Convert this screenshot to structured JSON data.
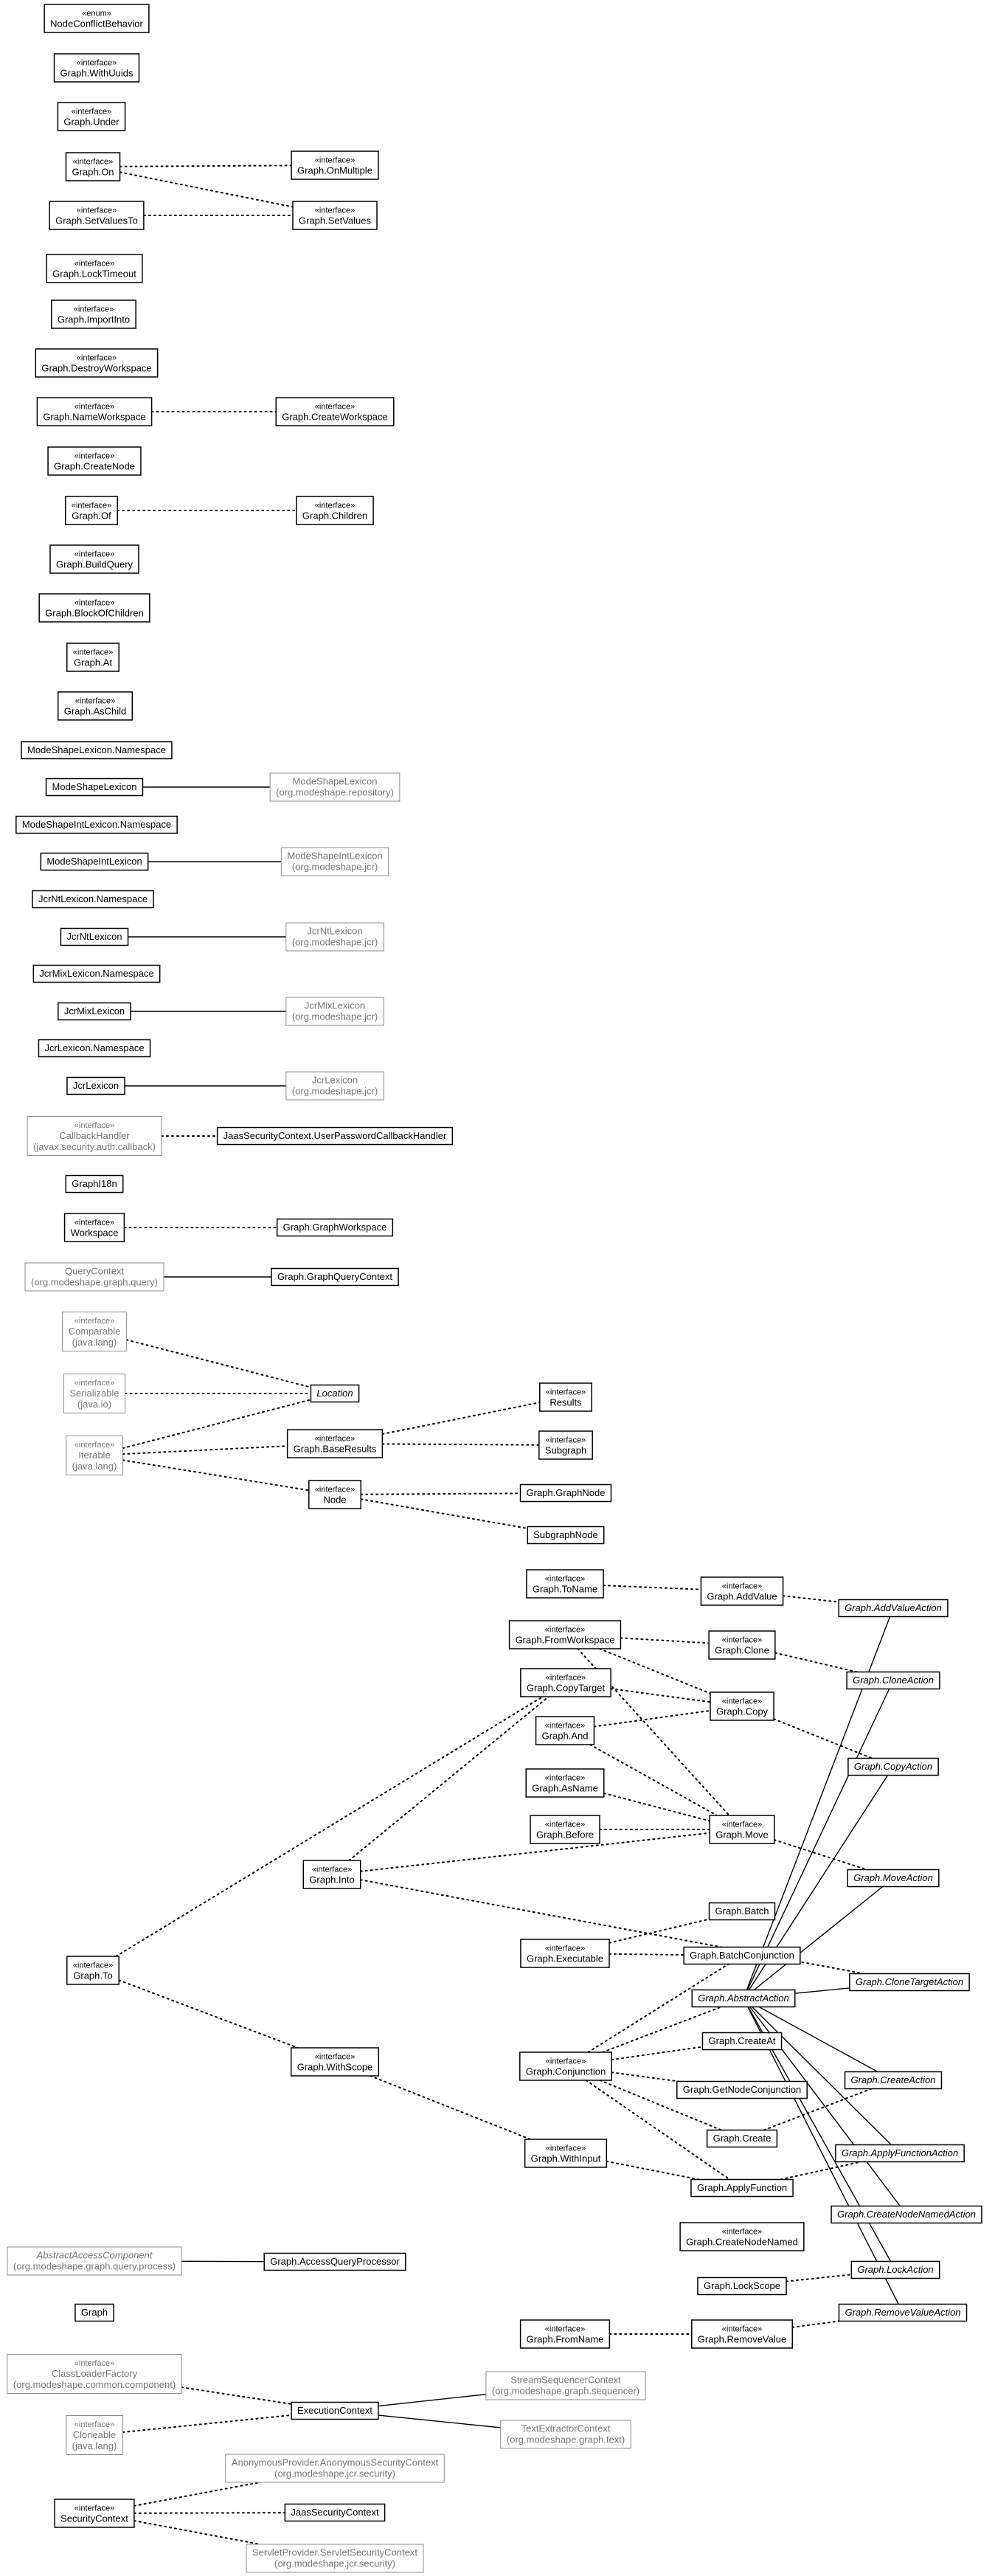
{
  "nodes": [
    {
      "id": "n1",
      "st": "«enum»",
      "name": "NodeConflictBehavior"
    },
    {
      "id": "n2",
      "st": "«interface»",
      "name": "Graph.WithUuids"
    },
    {
      "id": "n3",
      "st": "«interface»",
      "name": "Graph.Under"
    },
    {
      "id": "n4",
      "st": "«interface»",
      "name": "Graph.On"
    },
    {
      "id": "n5",
      "st": "«interface»",
      "name": "Graph.OnMultiple"
    },
    {
      "id": "n6",
      "st": "«interface»",
      "name": "Graph.SetValuesTo"
    },
    {
      "id": "n7",
      "st": "«interface»",
      "name": "Graph.SetValues"
    },
    {
      "id": "n8",
      "st": "«interface»",
      "name": "Graph.LockTimeout"
    },
    {
      "id": "n9",
      "st": "«interface»",
      "name": "Graph.ImportInto"
    },
    {
      "id": "n10",
      "st": "«interface»",
      "name": "Graph.DestroyWorkspace"
    },
    {
      "id": "n11",
      "st": "«interface»",
      "name": "Graph.NameWorkspace"
    },
    {
      "id": "n12",
      "st": "«interface»",
      "name": "Graph.CreateWorkspace"
    },
    {
      "id": "n13",
      "st": "«interface»",
      "name": "Graph.CreateNode"
    },
    {
      "id": "n14",
      "st": "«interface»",
      "name": "Graph.Of"
    },
    {
      "id": "n15",
      "st": "«interface»",
      "name": "Graph.Children"
    },
    {
      "id": "n16",
      "st": "«interface»",
      "name": "Graph.BuildQuery"
    },
    {
      "id": "n17",
      "st": "«interface»",
      "name": "Graph.BlockOfChildren"
    },
    {
      "id": "n18",
      "st": "«interface»",
      "name": "Graph.At"
    },
    {
      "id": "n19",
      "st": "«interface»",
      "name": "Graph.AsChild"
    },
    {
      "id": "n20",
      "name": "ModeShapeLexicon.Namespace"
    },
    {
      "id": "n21",
      "name": "ModeShapeLexicon"
    },
    {
      "id": "n22",
      "name": "ModeShapeLexicon",
      "pkg": "(org.modeshape.repository)",
      "ext": true
    },
    {
      "id": "n23",
      "name": "ModeShapeIntLexicon.Namespace"
    },
    {
      "id": "n24",
      "name": "ModeShapeIntLexicon"
    },
    {
      "id": "n25",
      "name": "ModeShapeIntLexicon",
      "pkg": "(org.modeshape.jcr)",
      "ext": true
    },
    {
      "id": "n26",
      "name": "JcrNtLexicon.Namespace"
    },
    {
      "id": "n27",
      "name": "JcrNtLexicon"
    },
    {
      "id": "n28",
      "name": "JcrNtLexicon",
      "pkg": "(org.modeshape.jcr)",
      "ext": true
    },
    {
      "id": "n29",
      "name": "JcrMixLexicon.Namespace"
    },
    {
      "id": "n30",
      "name": "JcrMixLexicon"
    },
    {
      "id": "n31",
      "name": "JcrMixLexicon",
      "pkg": "(org.modeshape.jcr)",
      "ext": true
    },
    {
      "id": "n32",
      "name": "JcrLexicon.Namespace"
    },
    {
      "id": "n33",
      "name": "JcrLexicon"
    },
    {
      "id": "n34",
      "name": "JcrLexicon",
      "pkg": "(org.modeshape.jcr)",
      "ext": true
    },
    {
      "id": "n35",
      "st": "«interface»",
      "name": "CallbackHandler",
      "pkg": "(javax.security.auth.callback)",
      "ext": true
    },
    {
      "id": "n36",
      "name": "JaasSecurityContext.UserPasswordCallbackHandler"
    },
    {
      "id": "n37",
      "name": "GraphI18n"
    },
    {
      "id": "n38",
      "st": "«interface»",
      "name": "Workspace"
    },
    {
      "id": "n39",
      "name": "Graph.GraphWorkspace"
    },
    {
      "id": "n40",
      "name": "QueryContext",
      "pkg": "(org.modeshape.graph.query)",
      "ext": true
    },
    {
      "id": "n41",
      "name": "Graph.GraphQueryContext"
    },
    {
      "id": "n42",
      "st": "«interface»",
      "name": "Comparable",
      "pkg": "(java.lang)",
      "ext": true
    },
    {
      "id": "n43",
      "st": "«interface»",
      "name": "Serializable",
      "pkg": "(java.io)",
      "ext": true
    },
    {
      "id": "n44",
      "st": "«interface»",
      "name": "Iterable",
      "pkg": "(java.lang)",
      "ext": true
    },
    {
      "id": "n45",
      "name": "Location",
      "abs": true
    },
    {
      "id": "n46",
      "st": "«interface»",
      "name": "Graph.BaseResults"
    },
    {
      "id": "n47",
      "st": "«interface»",
      "name": "Results"
    },
    {
      "id": "n48",
      "st": "«interface»",
      "name": "Subgraph"
    },
    {
      "id": "n49",
      "st": "«interface»",
      "name": "Node"
    },
    {
      "id": "n50",
      "name": "Graph.GraphNode"
    },
    {
      "id": "n51",
      "name": "SubgraphNode"
    },
    {
      "id": "n52",
      "st": "«interface»",
      "name": "Graph.ToName"
    },
    {
      "id": "n53",
      "st": "«interface»",
      "name": "Graph.AddValue"
    },
    {
      "id": "n54",
      "name": "Graph.AddValueAction",
      "abs": true
    },
    {
      "id": "n55",
      "st": "«interface»",
      "name": "Graph.FromWorkspace"
    },
    {
      "id": "n56",
      "st": "«interface»",
      "name": "Graph.Clone"
    },
    {
      "id": "n57",
      "name": "Graph.CloneAction",
      "abs": true
    },
    {
      "id": "n58",
      "st": "«interface»",
      "name": "Graph.CopyTarget"
    },
    {
      "id": "n59",
      "st": "«interface»",
      "name": "Graph.Copy"
    },
    {
      "id": "n60",
      "st": "«interface»",
      "name": "Graph.And"
    },
    {
      "id": "n61",
      "name": "Graph.CopyAction",
      "abs": true
    },
    {
      "id": "n62",
      "st": "«interface»",
      "name": "Graph.AsName"
    },
    {
      "id": "n63",
      "st": "«interface»",
      "name": "Graph.Before"
    },
    {
      "id": "n64",
      "st": "«interface»",
      "name": "Graph.Move"
    },
    {
      "id": "n65",
      "st": "«interface»",
      "name": "Graph.Into"
    },
    {
      "id": "n66",
      "name": "Graph.MoveAction",
      "abs": true
    },
    {
      "id": "n67",
      "name": "Graph.Batch"
    },
    {
      "id": "n68",
      "st": "«interface»",
      "name": "Graph.Executable"
    },
    {
      "id": "n69",
      "name": "Graph.BatchConjunction"
    },
    {
      "id": "n70",
      "st": "«interface»",
      "name": "Graph.To"
    },
    {
      "id": "n71",
      "name": "Graph.CloneTargetAction",
      "abs": true
    },
    {
      "id": "n72",
      "name": "Graph.AbstractAction",
      "abs": true
    },
    {
      "id": "n73",
      "name": "Graph.CreateAt"
    },
    {
      "id": "n74",
      "st": "«interface»",
      "name": "Graph.WithScope"
    },
    {
      "id": "n75",
      "st": "«interface»",
      "name": "Graph.Conjunction"
    },
    {
      "id": "n76",
      "name": "Graph.GetNodeConjunction"
    },
    {
      "id": "n77",
      "name": "Graph.CreateAction",
      "abs": true
    },
    {
      "id": "n78",
      "name": "Graph.Create"
    },
    {
      "id": "n79",
      "st": "«interface»",
      "name": "Graph.WithInput"
    },
    {
      "id": "n80",
      "name": "Graph.ApplyFunctionAction",
      "abs": true
    },
    {
      "id": "n81",
      "name": "Graph.ApplyFunction"
    },
    {
      "id": "n82",
      "name": "Graph.CreateNodeNamedAction",
      "abs": true
    },
    {
      "id": "n83",
      "st": "«interface»",
      "name": "Graph.CreateNodeNamed"
    },
    {
      "id": "n84",
      "name": "AbstractAccessComponent",
      "pkg": "(org.modeshape.graph.query.process)",
      "ext": true,
      "abs": true
    },
    {
      "id": "n85",
      "name": "Graph.AccessQueryProcessor"
    },
    {
      "id": "n86",
      "name": "Graph.LockAction",
      "abs": true
    },
    {
      "id": "n87",
      "name": "Graph.LockScope"
    },
    {
      "id": "n88",
      "name": "Graph"
    },
    {
      "id": "n89",
      "name": "Graph.RemoveValueAction",
      "abs": true
    },
    {
      "id": "n90",
      "st": "«interface»",
      "name": "Graph.FromName"
    },
    {
      "id": "n91",
      "st": "«interface»",
      "name": "Graph.RemoveValue"
    },
    {
      "id": "n92",
      "st": "«interface»",
      "name": "ClassLoaderFactory",
      "pkg": "(org.modeshape.common.component)",
      "ext": true
    },
    {
      "id": "n93",
      "name": "StreamSequencerContext",
      "pkg": "(org.modeshape.graph.sequencer)",
      "ext": true
    },
    {
      "id": "n94",
      "name": "ExecutionContext"
    },
    {
      "id": "n95",
      "st": "«interface»",
      "name": "Cloneable",
      "pkg": "(java.lang)",
      "ext": true
    },
    {
      "id": "n96",
      "name": "TextExtractorContext",
      "pkg": "(org.modeshape.graph.text)",
      "ext": true
    },
    {
      "id": "n97",
      "name": "AnonymousProvider.AnonymousSecurityContext",
      "pkg": "(org.modeshape.jcr.security)",
      "ext": true
    },
    {
      "id": "n98",
      "st": "«interface»",
      "name": "SecurityContext"
    },
    {
      "id": "n99",
      "name": "JaasSecurityContext"
    },
    {
      "id": "n100",
      "name": "ServletProvider.ServletSecurityContext",
      "pkg": "(org.modeshape.jcr.security)",
      "ext": true
    }
  ],
  "edges": [
    {
      "from": "n4",
      "to": "n5",
      "dot": true
    },
    {
      "from": "n4",
      "to": "n7",
      "dot": true
    },
    {
      "from": "n6",
      "to": "n7",
      "dot": true
    },
    {
      "from": "n11",
      "to": "n12",
      "dot": true
    },
    {
      "from": "n14",
      "to": "n15",
      "dot": true
    },
    {
      "from": "n21",
      "to": "n22"
    },
    {
      "from": "n24",
      "to": "n25"
    },
    {
      "from": "n27",
      "to": "n28"
    },
    {
      "from": "n30",
      "to": "n31"
    },
    {
      "from": "n33",
      "to": "n34"
    },
    {
      "from": "n35",
      "to": "n36",
      "dot": true
    },
    {
      "from": "n38",
      "to": "n39",
      "dot": true
    },
    {
      "from": "n40",
      "to": "n41"
    },
    {
      "from": "n42",
      "to": "n45",
      "dot": true
    },
    {
      "from": "n43",
      "to": "n45",
      "dot": true
    },
    {
      "from": "n44",
      "to": "n45",
      "dot": true
    },
    {
      "from": "n44",
      "to": "n46",
      "dot": true
    },
    {
      "from": "n44",
      "to": "n49",
      "dot": true
    },
    {
      "from": "n46",
      "to": "n47",
      "dot": true
    },
    {
      "from": "n46",
      "to": "n48",
      "dot": true
    },
    {
      "from": "n49",
      "to": "n50",
      "dot": true
    },
    {
      "from": "n49",
      "to": "n51",
      "dot": true
    },
    {
      "from": "n52",
      "to": "n53",
      "dot": true
    },
    {
      "from": "n53",
      "to": "n54",
      "dot": true
    },
    {
      "from": "n55",
      "to": "n56",
      "dot": true
    },
    {
      "from": "n55",
      "to": "n59",
      "dot": true
    },
    {
      "from": "n55",
      "to": "n64",
      "dot": true
    },
    {
      "from": "n56",
      "to": "n57",
      "dot": true
    },
    {
      "from": "n58",
      "to": "n59",
      "dot": true
    },
    {
      "from": "n60",
      "to": "n59",
      "dot": true
    },
    {
      "from": "n60",
      "to": "n64",
      "dot": true
    },
    {
      "from": "n59",
      "to": "n61",
      "dot": true
    },
    {
      "from": "n62",
      "to": "n64",
      "dot": true
    },
    {
      "from": "n63",
      "to": "n64",
      "dot": true
    },
    {
      "from": "n65",
      "to": "n64",
      "dot": true
    },
    {
      "from": "n65",
      "to": "n58",
      "dot": true
    },
    {
      "from": "n65",
      "to": "n71",
      "dot": true
    },
    {
      "from": "n64",
      "to": "n66",
      "dot": true
    },
    {
      "from": "n68",
      "to": "n67",
      "dot": true
    },
    {
      "from": "n68",
      "to": "n69",
      "dot": true
    },
    {
      "from": "n70",
      "to": "n58",
      "dot": true
    },
    {
      "from": "n70",
      "to": "n74",
      "dot": true
    },
    {
      "from": "n74",
      "to": "n79",
      "dot": true
    },
    {
      "from": "n75",
      "to": "n69",
      "dot": true
    },
    {
      "from": "n75",
      "to": "n72",
      "dot": true
    },
    {
      "from": "n75",
      "to": "n73",
      "dot": true
    },
    {
      "from": "n75",
      "to": "n76",
      "dot": true
    },
    {
      "from": "n75",
      "to": "n78",
      "dot": true
    },
    {
      "from": "n75",
      "to": "n81",
      "dot": true
    },
    {
      "from": "n79",
      "to": "n81",
      "dot": true
    },
    {
      "from": "n78",
      "to": "n77",
      "dot": true
    },
    {
      "from": "n81",
      "to": "n80",
      "dot": true
    },
    {
      "from": "n72",
      "to": "n54"
    },
    {
      "from": "n72",
      "to": "n57"
    },
    {
      "from": "n72",
      "to": "n61"
    },
    {
      "from": "n72",
      "to": "n66"
    },
    {
      "from": "n72",
      "to": "n71"
    },
    {
      "from": "n72",
      "to": "n77"
    },
    {
      "from": "n72",
      "to": "n80"
    },
    {
      "from": "n72",
      "to": "n82"
    },
    {
      "from": "n72",
      "to": "n86"
    },
    {
      "from": "n72",
      "to": "n89"
    },
    {
      "from": "n87",
      "to": "n86",
      "dot": true
    },
    {
      "from": "n90",
      "to": "n91",
      "dot": true
    },
    {
      "from": "n91",
      "to": "n89",
      "dot": true
    },
    {
      "from": "n84",
      "to": "n85"
    },
    {
      "from": "n92",
      "to": "n94",
      "dot": true
    },
    {
      "from": "n95",
      "to": "n94",
      "dot": true
    },
    {
      "from": "n94",
      "to": "n93"
    },
    {
      "from": "n94",
      "to": "n96"
    },
    {
      "from": "n98",
      "to": "n97",
      "dot": true
    },
    {
      "from": "n98",
      "to": "n99",
      "dot": true
    },
    {
      "from": "n98",
      "to": "n100",
      "dot": true
    }
  ]
}
